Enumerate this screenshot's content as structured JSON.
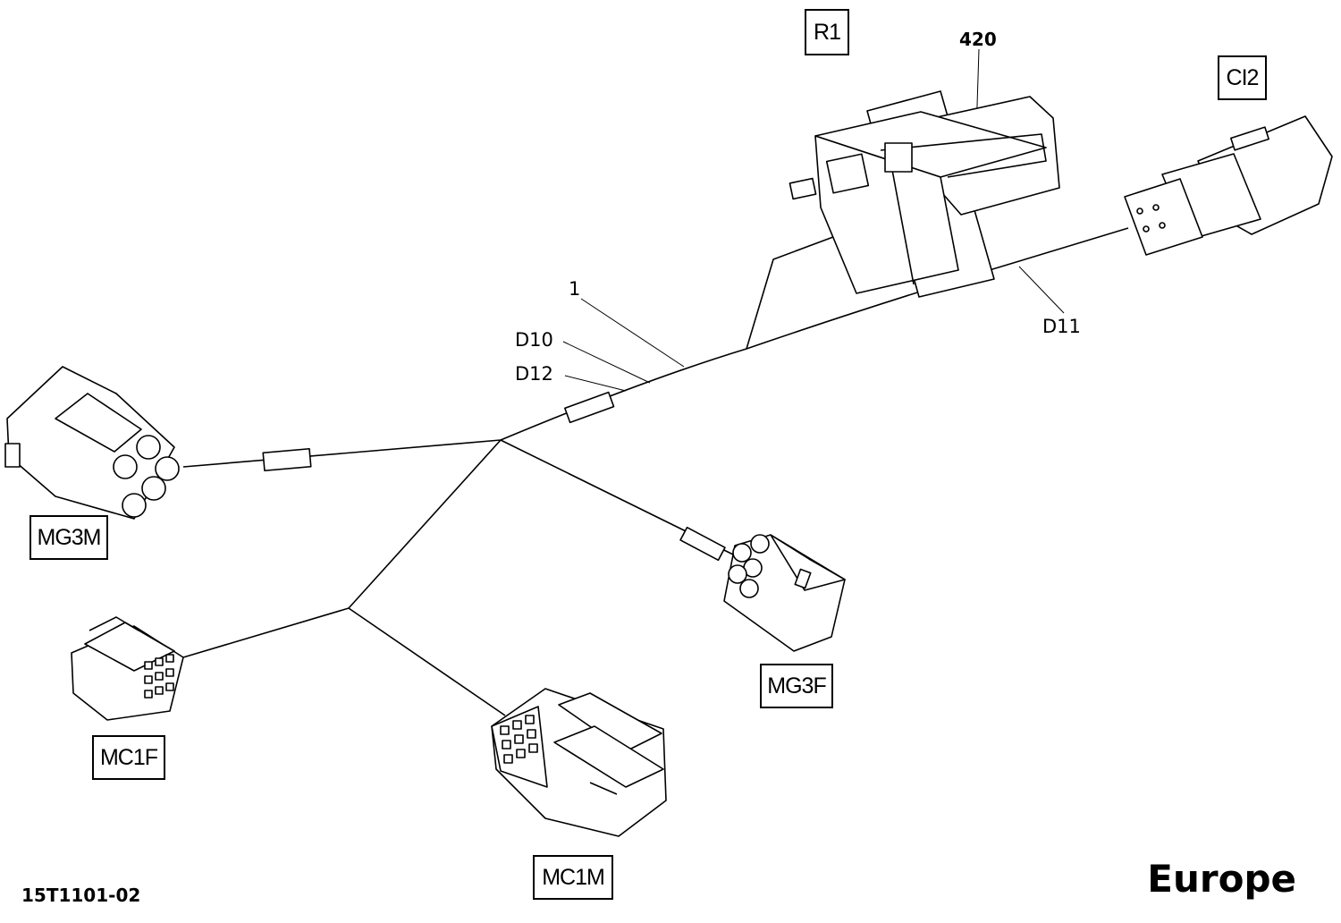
{
  "connectors": {
    "r1": "R1",
    "ci2": "CI2",
    "mg3m": "MG3M",
    "mg3f": "MG3F",
    "mc1f": "MC1F",
    "mc1m": "MC1M"
  },
  "callouts": {
    "part_420": "420",
    "part_1": "1",
    "d10": "D10",
    "d12": "D12",
    "d11": "D11"
  },
  "drawing_number": "15T1101-02",
  "region": "Europe"
}
